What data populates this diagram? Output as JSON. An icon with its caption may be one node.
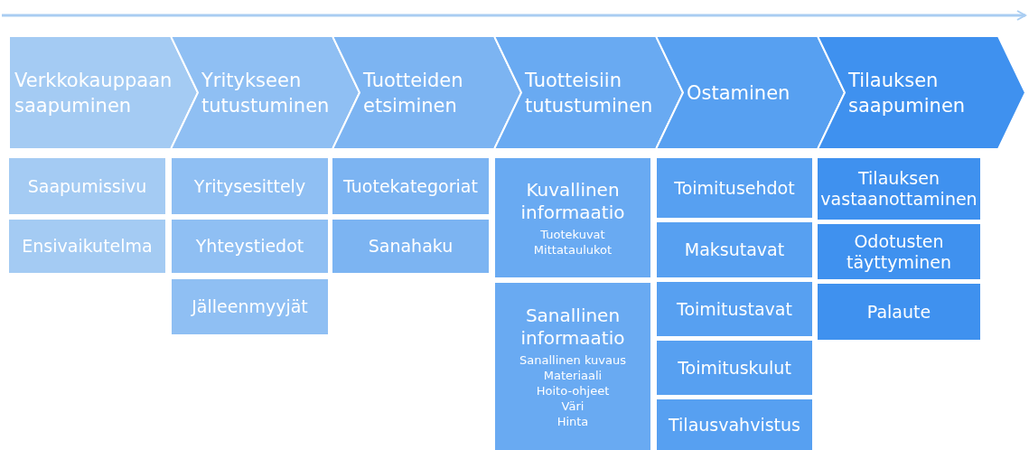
{
  "diagram": {
    "nodes": [
      {
        "text": [
          "Verkkokauppaan saapuminen"
        ]
      },
      {
        "text": [
          "Yritykseen tutustuminen"
        ]
      },
      {
        "text": [
          "Tuotteiden etsiminen"
        ]
      },
      {
        "text": [
          "Tuotteisiin tutustuminen"
        ]
      },
      {
        "text": [
          "Ostaminen"
        ]
      },
      {
        "text": [
          "Tilauksen saapuminen"
        ]
      },
      {
        "text": [
          "Saapumissivu"
        ]
      },
      {
        "text": [
          "Ensivaikutelma"
        ]
      },
      {
        "text": [
          "Yritysesittely"
        ]
      },
      {
        "text": [
          "Yhteystiedot"
        ]
      },
      {
        "text": [
          "Jälleenmyyjät"
        ]
      },
      {
        "text": [
          "Tuotekategoriat"
        ]
      },
      {
        "text": [
          "Sanahaku"
        ]
      },
      {
        "text": [
          "Kuvallinen informaatio",
          "Tuotekuvat",
          "Mittataulukot"
        ]
      },
      {
        "text": [
          "Sanallinen informaatio",
          "Sanallinen kuvaus",
          "Materiaali",
          "Hoito-ohjeet",
          "Väri",
          "Hinta"
        ]
      },
      {
        "text": [
          "Toimitusehdot"
        ]
      },
      {
        "text": [
          "Maksutavat"
        ]
      },
      {
        "text": [
          "Toimitustavat"
        ]
      },
      {
        "text": [
          "Toimituskulut"
        ]
      },
      {
        "text": [
          "Tilausvahvistus"
        ]
      },
      {
        "text": [
          "Tilauksen vastaanottaminen"
        ]
      },
      {
        "text": [
          "Odotusten täyttyminen"
        ]
      },
      {
        "text": [
          "Palaute"
        ]
      }
    ],
    "edges": []
  }
}
